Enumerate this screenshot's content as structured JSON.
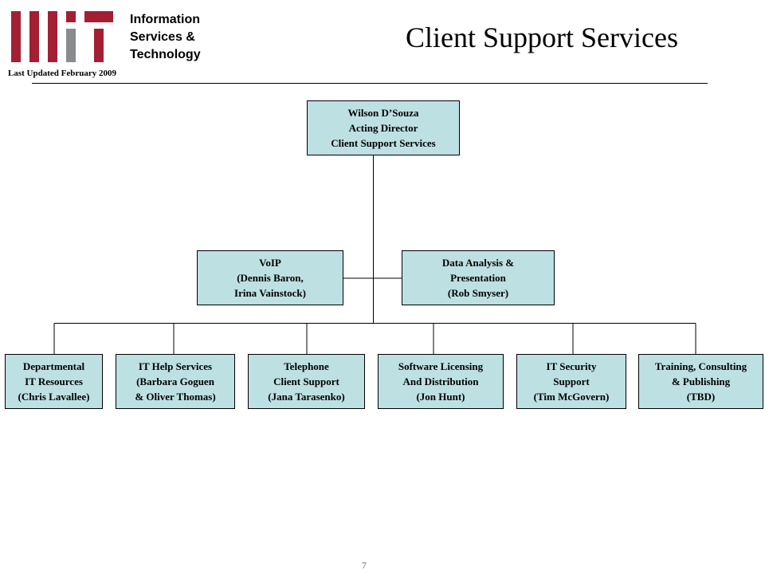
{
  "header": {
    "org_lines": [
      "Information",
      "Services &",
      "Technology"
    ],
    "last_updated": "Last Updated  February 2009",
    "title": "Client Support Services"
  },
  "colors": {
    "logo_red": "#a31f34",
    "logo_gray": "#8a8b8c",
    "box_fill": "#bde0e3"
  },
  "org_chart": {
    "director": {
      "lines": [
        "Wilson D’Souza",
        "Acting Director",
        "Client Support Services"
      ]
    },
    "staff": [
      {
        "lines": [
          "VoIP",
          "(Dennis Baron,",
          "Irina Vainstock)"
        ]
      },
      {
        "lines": [
          "Data Analysis &",
          "Presentation",
          "(Rob Smyser)"
        ]
      }
    ],
    "units": [
      {
        "lines": [
          "Departmental",
          "IT  Resources",
          "(Chris Lavallee)"
        ]
      },
      {
        "lines": [
          "IT Help Services",
          "(Barbara Goguen",
          "& Oliver  Thomas)"
        ]
      },
      {
        "lines": [
          "Telephone",
          "Client Support",
          "(Jana Tarasenko)"
        ]
      },
      {
        "lines": [
          "Software Licensing",
          "And Distribution",
          "(Jon Hunt)"
        ]
      },
      {
        "lines": [
          "IT Security",
          "Support",
          "(Tim McGovern)"
        ]
      },
      {
        "lines": [
          "Training, Consulting",
          "& Publishing",
          "(TBD)"
        ]
      }
    ]
  },
  "footer": {
    "page_number": "7"
  }
}
